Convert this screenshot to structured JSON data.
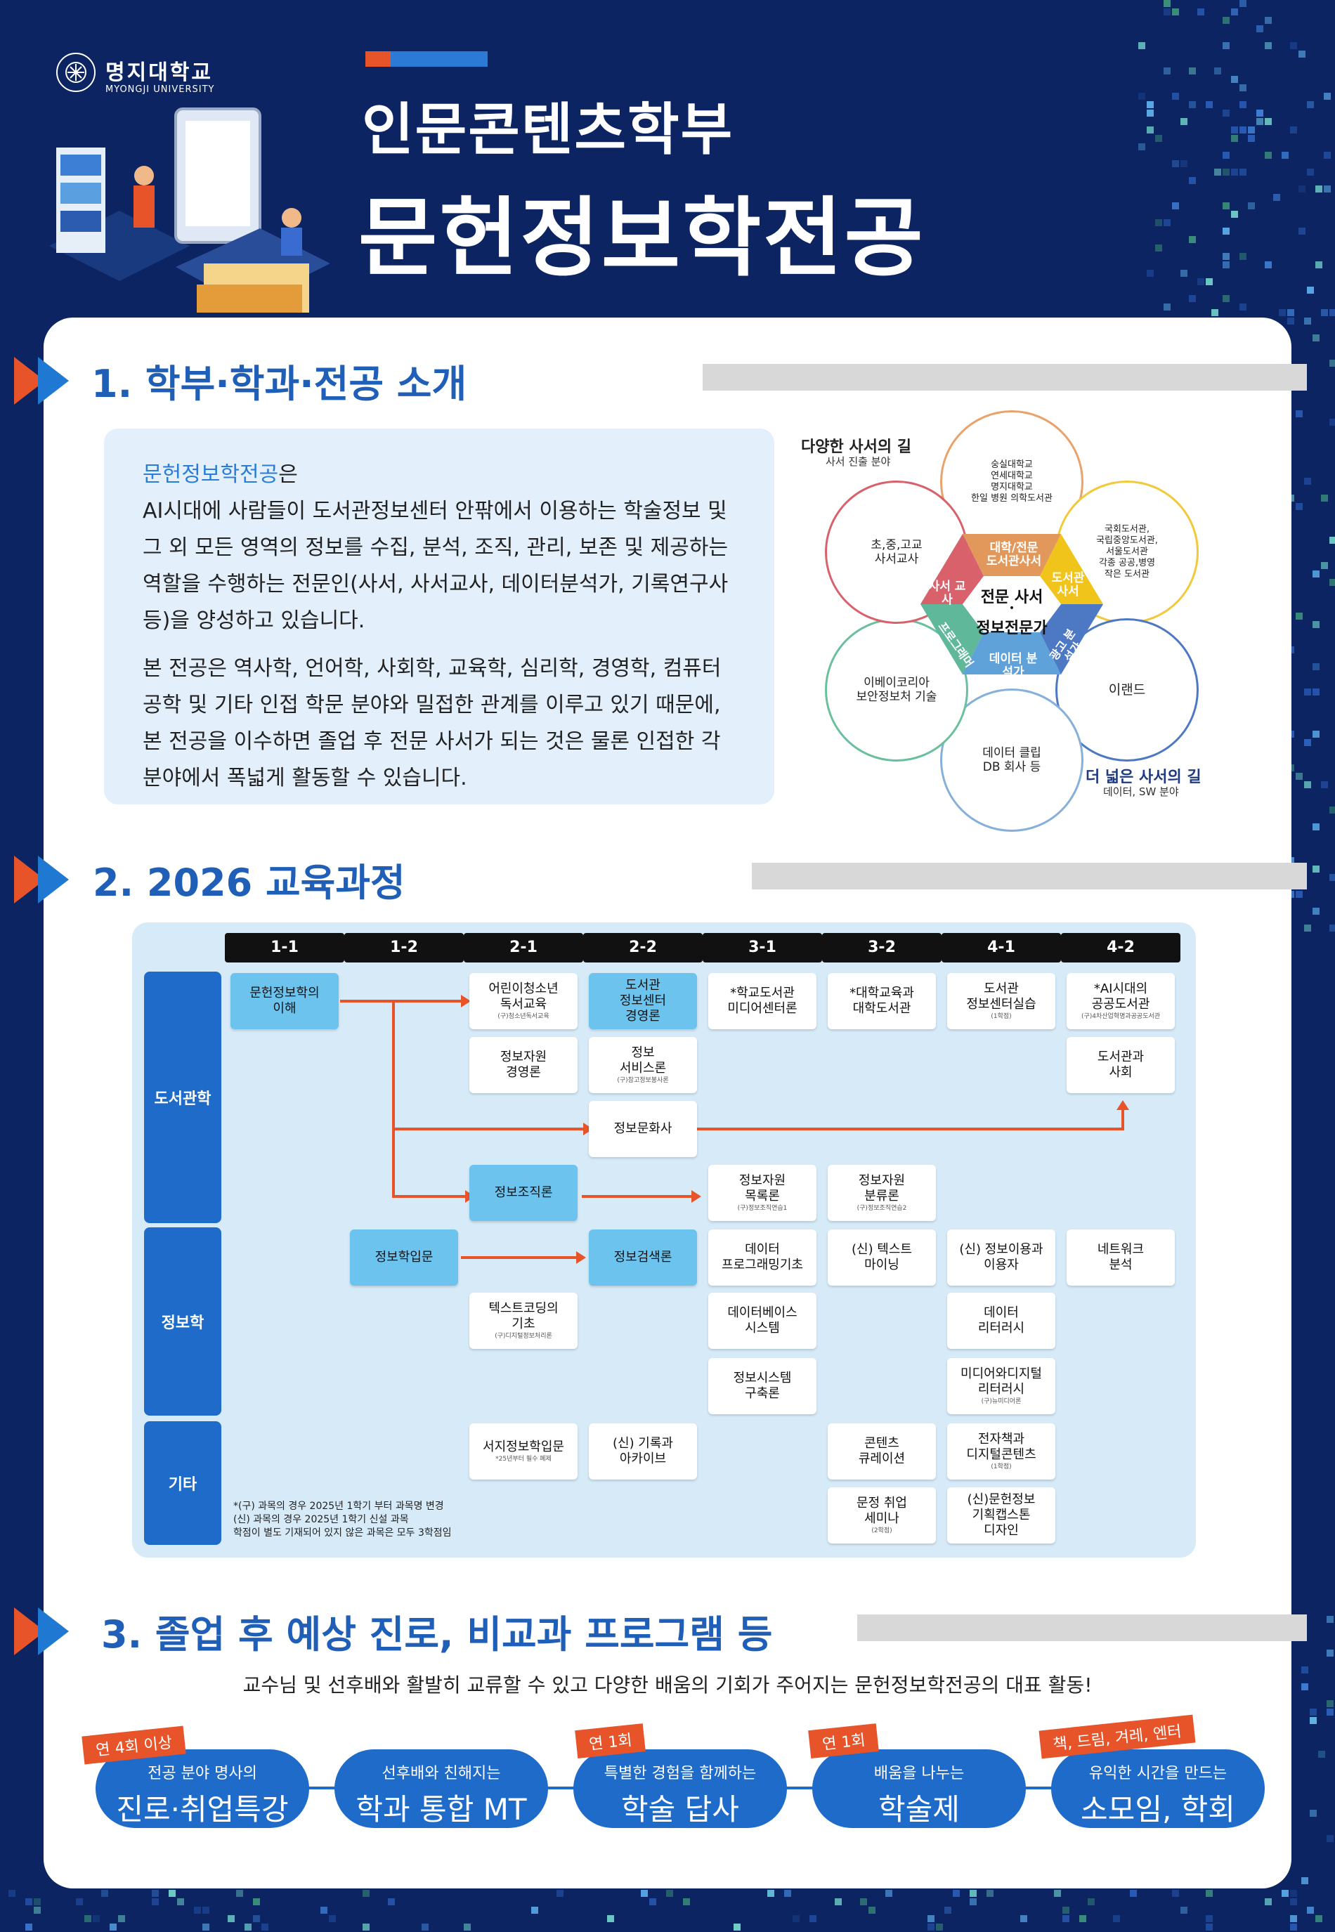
{
  "header": {
    "logo_name": "명지대학교",
    "logo_en": "MYONGJI UNIVERSITY",
    "title_line1": "인문콘텐츠학부",
    "title_line2": "문헌정보학전공"
  },
  "section1": {
    "title": "1. 학부·학과·전공 소개",
    "intro_lead": "문헌정보학전공",
    "intro_lead_suffix": "은",
    "intro_p1": "AI시대에 사람들이 도서관정보센터 안팎에서 이용하는 학술정보 및 그 외 모든 영역의 정보를 수집, 분석, 조직, 관리, 보존 및 제공하는 역할을 수행하는 전문인(사서, 사서교사, 데이터분석가, 기록연구사 등)을 양성하고 있습니다.",
    "intro_p2": "본 전공은 역사학, 언어학, 사회학, 교육학, 심리학, 경영학, 컴퓨터공학 및 기타 인접 학문 분야와 밀접한 관계를 이루고 있기 때문에, 본 전공을 이수하면 졸업 후 전문 사서가 되는 것은 물론 인접한 각 분야에서 폭넓게 활동할 수 있습니다.",
    "diagram": {
      "left_label_title": "다양한 사서의 길",
      "left_label_sub": "사서 진출 분야",
      "right_label_title": "더 넓은 사서의 길",
      "right_label_sub": "데이터, SW 분야",
      "center_line1": "전문 사서",
      "center_dot": "•",
      "center_line2": "정보전문가",
      "segments": [
        {
          "label": "대학/전문 도서관사서",
          "color": "#e2985a"
        },
        {
          "label": "도서관 사서",
          "color": "#f0c41b"
        },
        {
          "label": "광고 분석가",
          "color": "#4d79c4"
        },
        {
          "label": "데이터 분석가",
          "color": "#5fa1d9"
        },
        {
          "label": "프로그래머",
          "color": "#5fb89a"
        },
        {
          "label": "사서 교사",
          "color": "#d9616b"
        }
      ],
      "rings": [
        {
          "text": "숭실대학교\n연세대학교\n명지대학교\n한일 병원 의학도서관",
          "color": "#e8a26a"
        },
        {
          "text": "국회도서관,\n국립중앙도서관,\n서울도서관\n각종 공공,병영\n작은 도서관",
          "color": "#f1c93a"
        },
        {
          "text": "이랜드",
          "color": "#4d79c4"
        },
        {
          "text": "데이터 클립\nDB 회사 등",
          "color": "#86afd9"
        },
        {
          "text": "이베이코리아\n보안정보처 기술",
          "color": "#6abf9c"
        },
        {
          "text": "초,중,고교\n사서교사",
          "color": "#d9616b"
        }
      ]
    }
  },
  "section2": {
    "title": "2. 2026 교육과정",
    "semesters": [
      "1-1",
      "1-2",
      "2-1",
      "2-2",
      "3-1",
      "3-2",
      "4-1",
      "4-2"
    ],
    "categories": [
      "도서관학",
      "정보학",
      "기타"
    ],
    "courses": [
      {
        "name": "문헌정보학의\n이해",
        "note": ""
      },
      {
        "name": "어린이청소년\n독서교육",
        "note": "(구)청소년독서교육"
      },
      {
        "name": "도서관\n정보센터\n경영론",
        "note": ""
      },
      {
        "name": "*학교도서관\n미디어센터론",
        "note": ""
      },
      {
        "name": "*대학교육과\n대학도서관",
        "note": ""
      },
      {
        "name": "도서관\n정보센터실습",
        "note": "(1학점)"
      },
      {
        "name": "*AI시대의\n공공도서관",
        "note": "(구)4차산업혁명과공공도서관"
      },
      {
        "name": "정보자원\n경영론",
        "note": ""
      },
      {
        "name": "정보\n서비스론",
        "note": "(구)참고정보봉사론"
      },
      {
        "name": "도서관과\n사회",
        "note": ""
      },
      {
        "name": "정보문화사",
        "note": ""
      },
      {
        "name": "정보조직론",
        "note": ""
      },
      {
        "name": "정보자원\n목록론",
        "note": "(구)정보조직연습1"
      },
      {
        "name": "정보자원\n분류론",
        "note": "(구)정보조직연습2"
      },
      {
        "name": "정보학입문",
        "note": ""
      },
      {
        "name": "정보검색론",
        "note": ""
      },
      {
        "name": "데이터\n프로그래밍기초",
        "note": ""
      },
      {
        "name": "(신) 텍스트\n마이닝",
        "note": ""
      },
      {
        "name": "(신) 정보이용과\n이용자",
        "note": ""
      },
      {
        "name": "네트워크\n분석",
        "note": ""
      },
      {
        "name": "텍스트코딩의\n기초",
        "note": "(구)디지털정보처리론"
      },
      {
        "name": "데이터베이스\n시스템",
        "note": ""
      },
      {
        "name": "데이터\n리터러시",
        "note": ""
      },
      {
        "name": "정보시스템\n구축론",
        "note": ""
      },
      {
        "name": "미디어와디지털\n리터러시",
        "note": "(구)뉴미디어론"
      },
      {
        "name": "서지정보학입문",
        "note": "*25년부터 필수 폐제"
      },
      {
        "name": "(신) 기록과\n아카이브",
        "note": ""
      },
      {
        "name": "콘텐츠\n큐레이션",
        "note": ""
      },
      {
        "name": "전자책과\n디지털콘텐츠",
        "note": "(1학점)"
      },
      {
        "name": "문정 취업\n세미나",
        "note": "(2학점)"
      },
      {
        "name": "(신)문헌정보\n기획캡스톤\n디자인",
        "note": ""
      }
    ],
    "footnote": "*(구) 과목의 경우 2025년 1학기 부터 과목명 변경\n (신) 과목의 경우 2025년 1학기 신설 과목\n  학점이 별도 기재되어 있지 않은 과목은 모두 3학점임"
  },
  "section3": {
    "title": "3. 졸업 후 예상 진로, 비교과 프로그램 등",
    "subtitle": "교수님 및 선후배와 활발히 교류할 수 있고 다양한 배움의 기회가 주어지는 문헌정보학전공의 대표 활동!",
    "activities": [
      {
        "tag": "연 4회 이상",
        "sub": "전공 분야 명사의",
        "main": "진로·취업특강"
      },
      {
        "tag": "",
        "sub": "선후배와 친해지는",
        "main": "학과 통합 MT"
      },
      {
        "tag": "연 1회",
        "sub": "특별한 경험을 함께하는",
        "main": "학술 답사"
      },
      {
        "tag": "연 1회",
        "sub": "배움을 나누는",
        "main": "학술제"
      },
      {
        "tag": "책, 드림, 겨레, 엔터",
        "sub": "유익한 시간을 만드는",
        "main": "소모임, 학회"
      }
    ]
  },
  "colors": {
    "navy": "#0c2461",
    "accent_orange": "#e8542a",
    "accent_blue": "#1f78d1",
    "course_highlight": "#6cc4ee"
  }
}
